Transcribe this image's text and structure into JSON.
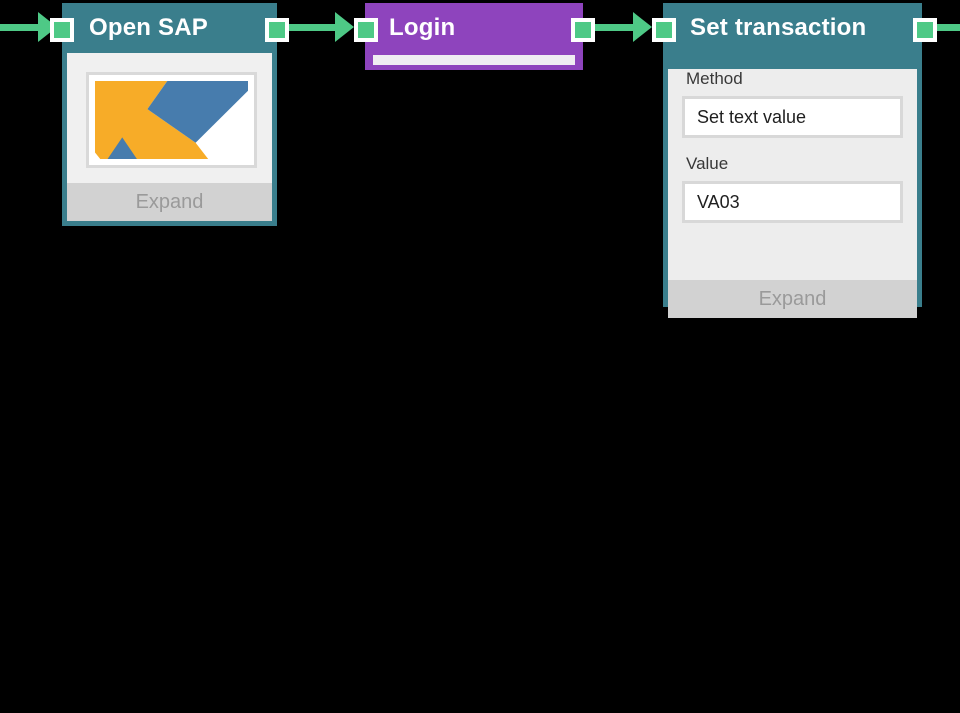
{
  "colors": {
    "canvas-bg": "#000000",
    "teal": "#3a7e8c",
    "purple": "#8e44bd",
    "green": "#4ec986",
    "node1-body": "#f0f0f0",
    "node3-body": "#ededed",
    "expand-bg": "#d2d2d2",
    "expand-text": "#9a9a9a",
    "label-text": "#383838",
    "input-text": "#1f1f1f",
    "input-border": "#d8d8d8",
    "frame-border": "#d9d9d9",
    "login-strip": "#efedf2",
    "thumb-yellow": "#f7ac28",
    "thumb-blue": "#477cad"
  },
  "nodes": {
    "open_sap": {
      "title": "Open SAP",
      "expand_label": "Expand",
      "thumbnail_icon": "sap-screenshot-thumbnail"
    },
    "login": {
      "title": "Login"
    },
    "set_transaction": {
      "title": "Set transaction",
      "fields": [
        {
          "label": "Method",
          "value": "Set text value"
        },
        {
          "label": "Value",
          "value": "VA03"
        }
      ],
      "expand_label": "Expand"
    }
  }
}
